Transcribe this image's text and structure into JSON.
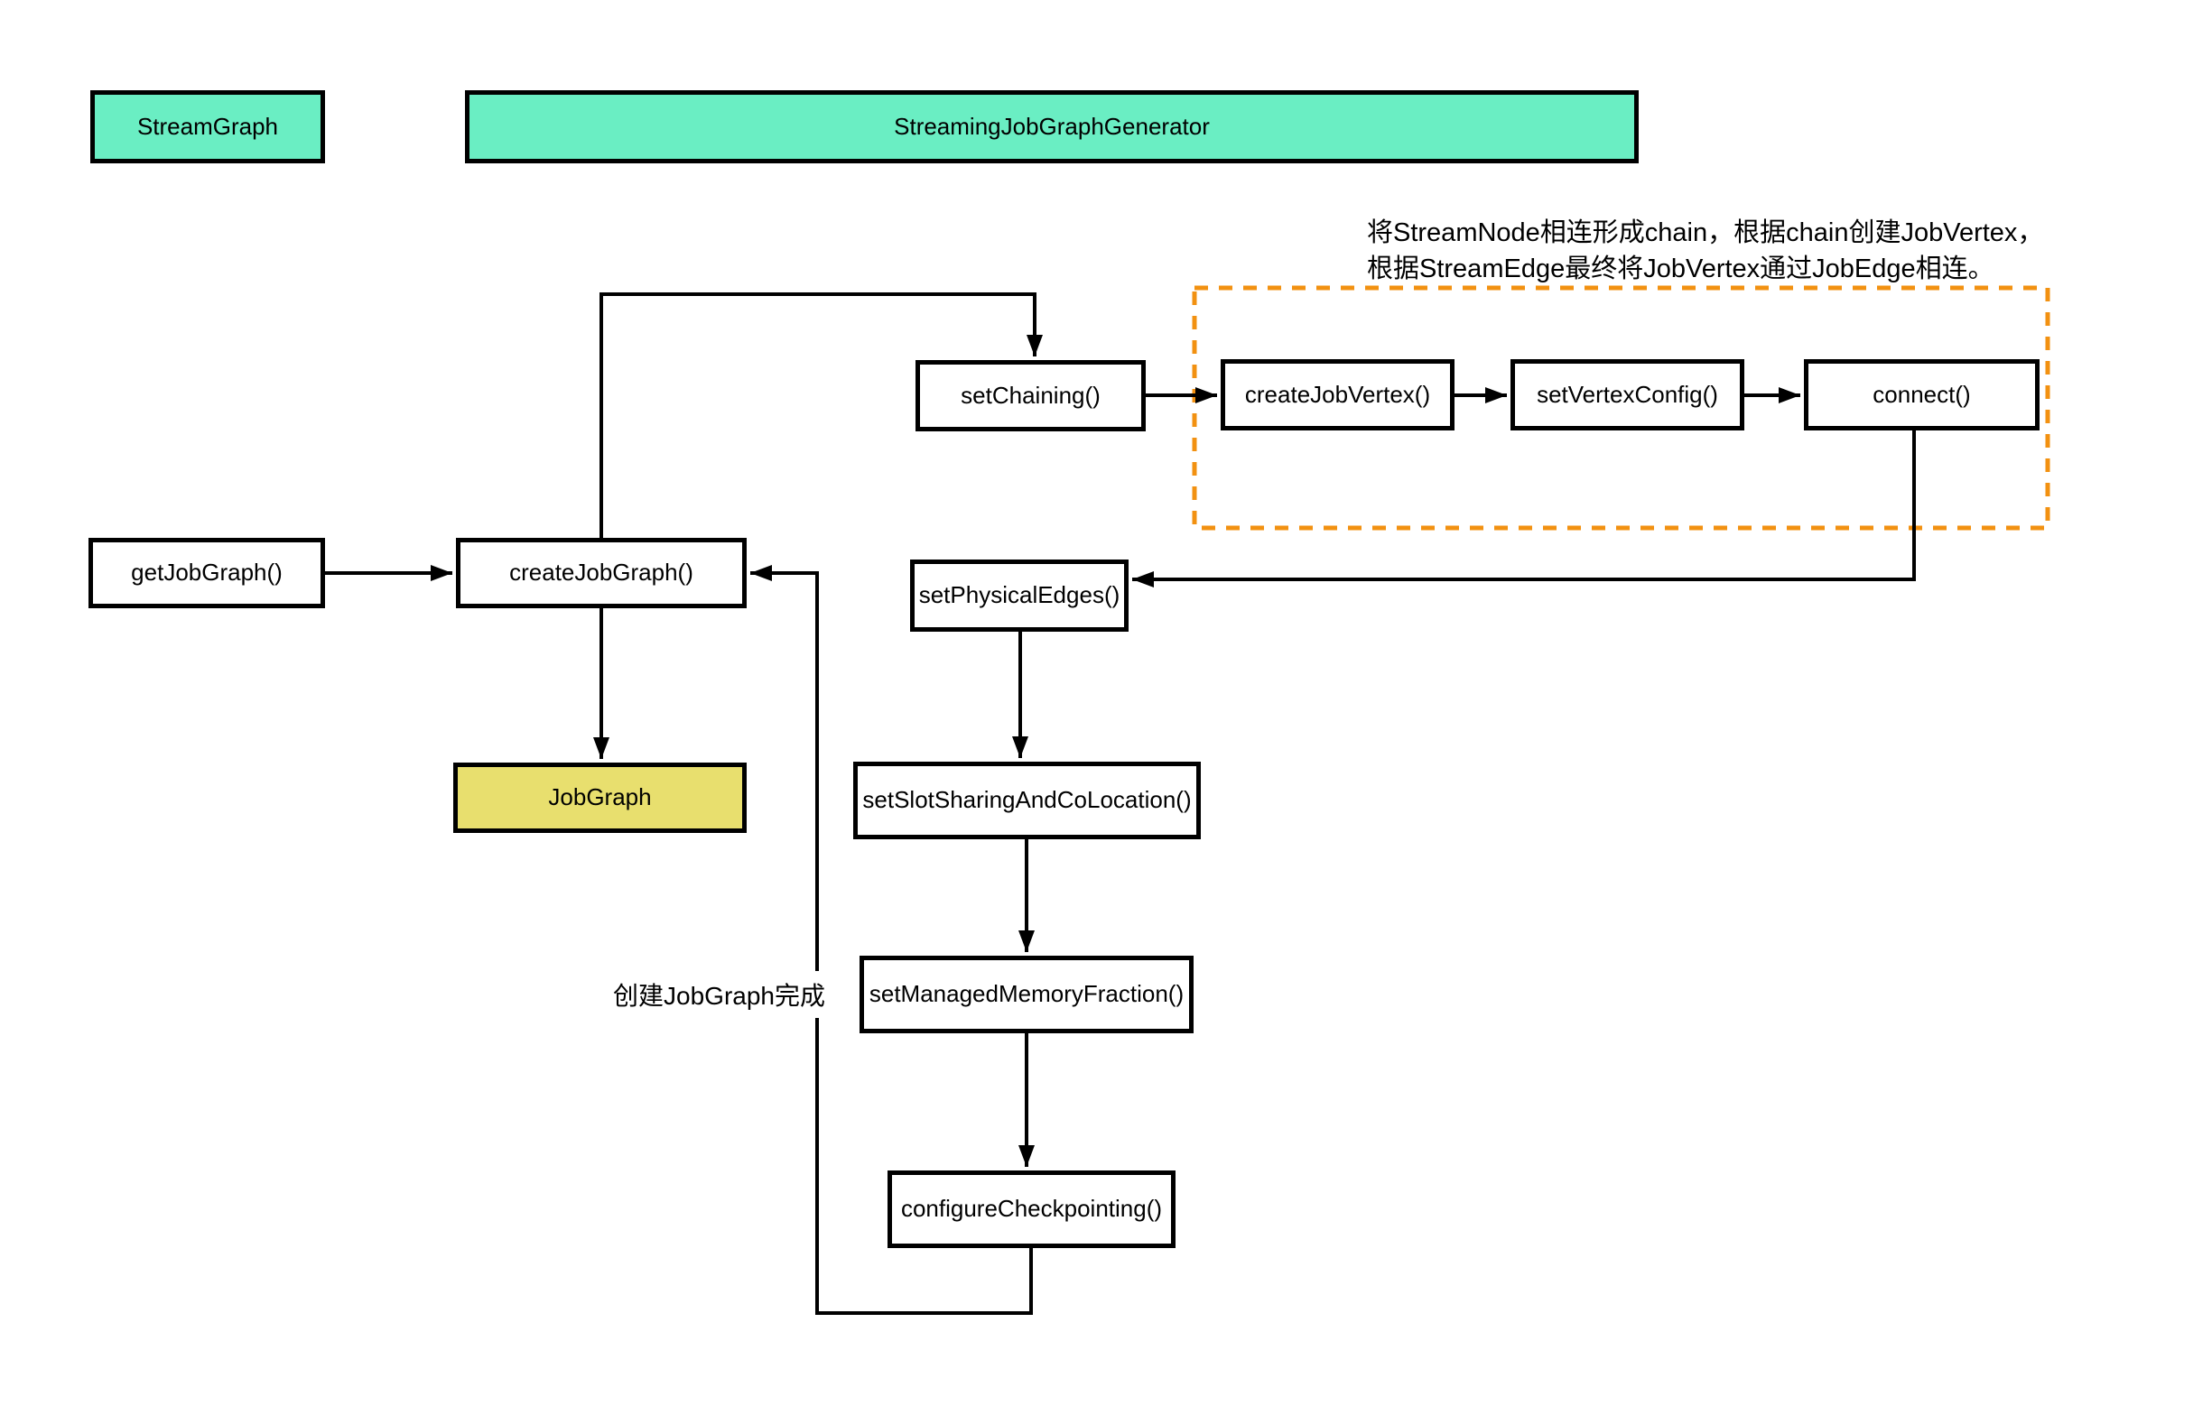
{
  "diagram": {
    "nodes": {
      "streamgraph": {
        "label": "StreamGraph"
      },
      "generator": {
        "label": "StreamingJobGraphGenerator"
      },
      "set_chaining": {
        "label": "setChaining()"
      },
      "create_job_vertex": {
        "label": "createJobVertex()"
      },
      "set_vertex_config": {
        "label": "setVertexConfig()"
      },
      "connect": {
        "label": "connect()"
      },
      "get_job_graph": {
        "label": "getJobGraph()"
      },
      "create_job_graph": {
        "label": "createJobGraph()"
      },
      "job_graph": {
        "label": "JobGraph"
      },
      "set_physical_edges": {
        "label": "setPhysicalEdges()"
      },
      "set_slot_sharing": {
        "label": "setSlotSharingAndCoLocation()"
      },
      "set_managed_memory": {
        "label": "setManagedMemoryFraction()"
      },
      "configure_checkpointing": {
        "label": "configureCheckpointing()"
      }
    },
    "annotation": {
      "line1": "将StreamNode相连形成chain，根据chain创建JobVertex，",
      "line2": "根据StreamEdge最终将JobVertex通过JobEdge相连。"
    },
    "edge_label": "创建JobGraph完成",
    "colors": {
      "class_fill": "#6aeec3",
      "result_fill": "#e8df6e",
      "chain_border": "#f29111",
      "line": "#000000"
    }
  }
}
